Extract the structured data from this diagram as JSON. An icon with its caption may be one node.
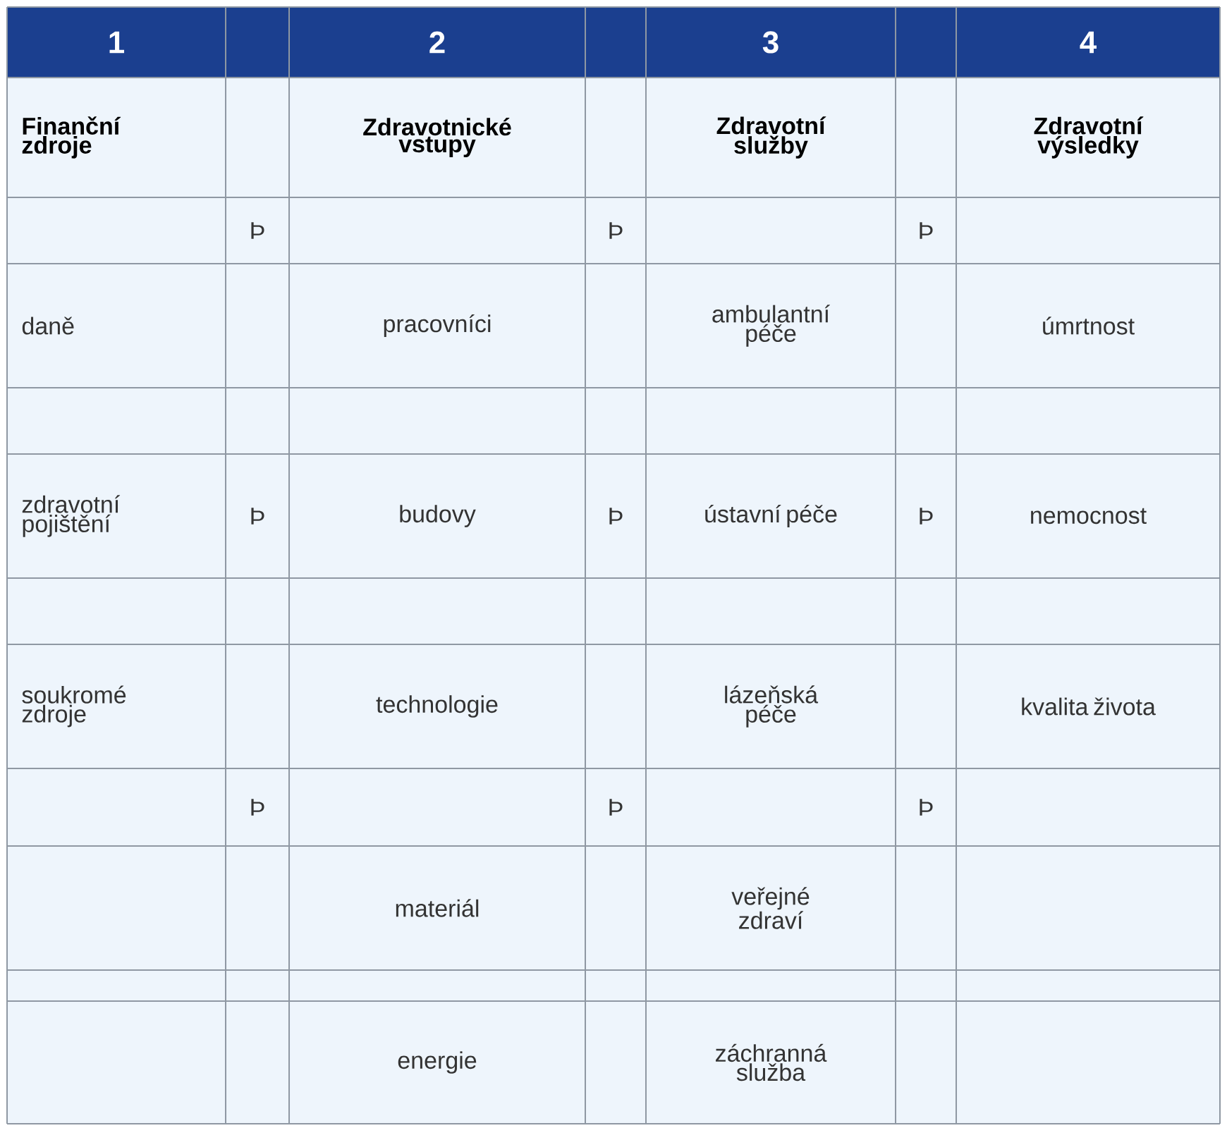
{
  "diagram": {
    "labels": [
      "1",
      "2",
      "3",
      "4",
      "Finanční zdroje",
      "Zdravotnické vstupy",
      "Zdravotní služby",
      "Zdravotní výsledky",
      "Þ",
      "Þ",
      "Þ",
      "daně",
      "pracovníci",
      "ambulantní péče",
      "úmrtnost",
      "zdravotní pojištění",
      "Þ",
      "budovy",
      "Þ",
      "ústavní péče",
      "Þ",
      "nemocnost",
      "soukromé zdroje",
      "technologie",
      "lázeňská péče",
      "kvalita života",
      "Þ",
      "Þ",
      "Þ",
      "materiál",
      "veřejné zdraví",
      "energie",
      "záchranná služba"
    ]
  }
}
